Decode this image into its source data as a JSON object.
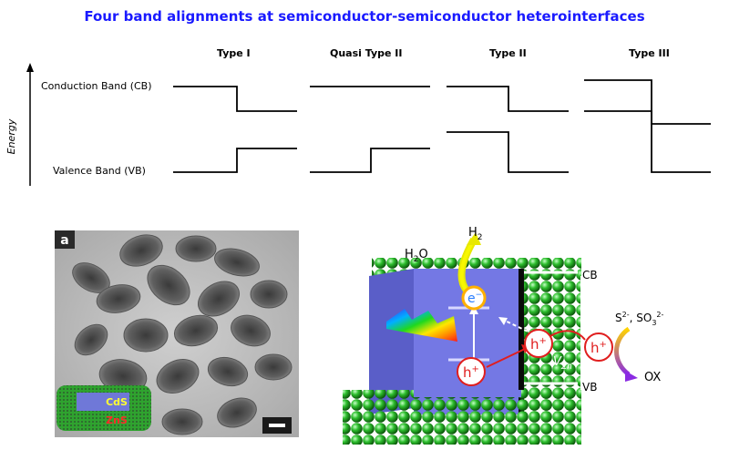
{
  "title": "Four band alignments at semiconductor-semiconductor heterointerfaces",
  "title_color": "#1a1aff",
  "band_diagram": {
    "axis_label": "Energy",
    "cb_label": "Conduction Band (CB)",
    "vb_label": "Valence Band (VB)",
    "types": [
      "Type I",
      "Quasi Type II",
      "Type II",
      "Type III"
    ]
  },
  "tem_image": {
    "panel_label": "a",
    "core_label": "CdS",
    "shell_label": "ZnS",
    "core_label_color": "#ffff33",
    "shell_label_color": "#ff2a2a"
  },
  "schematic": {
    "h2_label": "H",
    "h2_sub": "2",
    "h2o_label": "H",
    "h2o_sub": "2",
    "h2o_suffix": "O",
    "electron": "e",
    "electron_sup": "−",
    "hole": "h",
    "hole_sup": "+",
    "vacancy": "V",
    "vacancy_sub": "Zn",
    "cb_label": "CB",
    "vb_label": "VB",
    "sacrificial_label": "S",
    "sacrificial_sup": "2-",
    "sacrificial_sep": ", SO",
    "sacrificial_sub": "3",
    "sacrificial_sup2": "2-",
    "ox_label": "OX"
  }
}
